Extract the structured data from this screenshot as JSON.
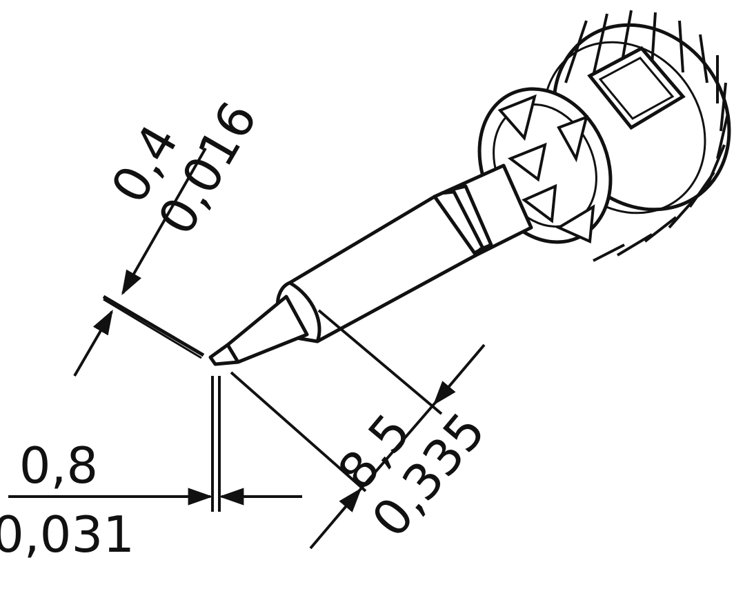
{
  "dimensions": {
    "tip_width": {
      "metric": "0,4",
      "imperial": "0,016"
    },
    "tip_thickness": {
      "metric": "0,8",
      "imperial": "0,031"
    },
    "tip_length": {
      "metric": "8,5",
      "imperial": "0,335"
    }
  },
  "colors": {
    "line": "#111111",
    "background": "#ffffff"
  }
}
